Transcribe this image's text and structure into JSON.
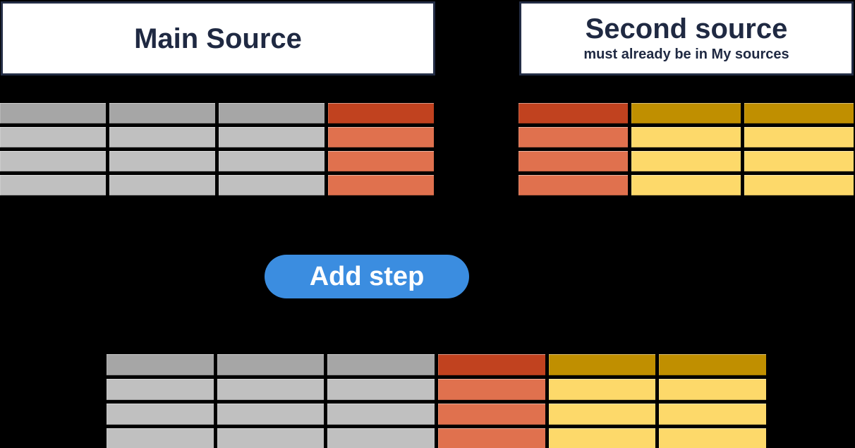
{
  "background": "#000000",
  "main_source": {
    "title": "Main Source"
  },
  "second_source": {
    "title": "Second source",
    "subtitle": "must already be in My sources"
  },
  "button": {
    "label": "Add step"
  },
  "colors": {
    "box_background": "#ffffff",
    "box_border": "#232d45",
    "title_text": "#1f2942",
    "button_background": "#3b8de0",
    "button_text": "#ffffff",
    "gray_header": "#a6a6a6",
    "gray_body": "#c0c0c0",
    "red_header": "#c1421f",
    "red_body": "#e0714e",
    "yellow_header": "#c08f00",
    "yellow_body": "#fdd96a"
  },
  "tables": {
    "main": {
      "rows": 4,
      "columns": [
        "gray",
        "gray",
        "gray",
        "red"
      ]
    },
    "second": {
      "rows": 4,
      "columns": [
        "red",
        "yellow",
        "yellow"
      ]
    },
    "result": {
      "rows": 4,
      "columns": [
        "gray",
        "gray",
        "gray",
        "red",
        "yellow",
        "yellow"
      ]
    }
  }
}
